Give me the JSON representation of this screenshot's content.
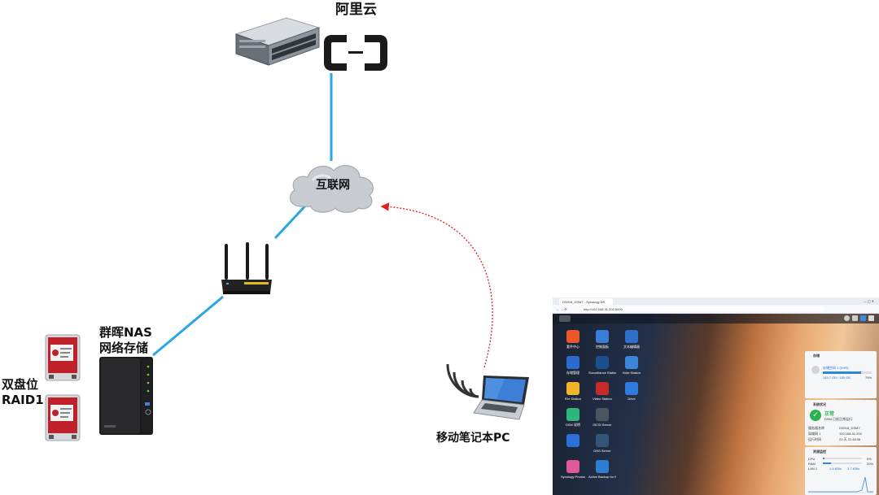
{
  "labels": {
    "cloud_provider": "阿里云",
    "internet": "互联网",
    "nas": "群晖NAS\n网络存储",
    "disks": "双盘位\nRAID1",
    "laptop": "移动笔记本PC"
  },
  "colors": {
    "link_line": "#2aa7e0",
    "remote_access_arrow": "#e02020",
    "cloud_fill": "#c8ccd0",
    "disk_red": "#c0202a"
  },
  "screenshot": {
    "tab_title": "DS918_DSM7 - Synology DS",
    "url": "http://192.168.31.200:5000",
    "apps": [
      {
        "label": "套件中心",
        "icon": "package-icon",
        "color": "#e9572b"
      },
      {
        "label": "控制面板",
        "icon": "control-panel-icon",
        "color": "#3b7dd8"
      },
      {
        "label": "文本编辑器",
        "icon": "text-editor-icon",
        "color": "#2f6fc9"
      },
      {
        "label": "存储管理",
        "icon": "storage-icon",
        "color": "#2c6bd0"
      },
      {
        "label": "Surveillance Station",
        "icon": "camera-icon",
        "color": "#1b4f8f"
      },
      {
        "label": "Note Station",
        "icon": "note-icon",
        "color": "#3a85d8"
      },
      {
        "label": "File Station",
        "icon": "folder-icon",
        "color": "#f0b429"
      },
      {
        "label": "Video Station",
        "icon": "video-icon",
        "color": "#c72a2a"
      },
      {
        "label": "Drive",
        "icon": "drive-icon",
        "color": "#2f7be0"
      },
      {
        "label": "DSM 说明",
        "icon": "help-icon",
        "color": "#2eb67d"
      },
      {
        "label": "iSCSI Server",
        "icon": "iscsi-icon",
        "color": "#4c5560"
      },
      {
        "label": "",
        "icon": "blank-icon",
        "color": "transparent"
      },
      {
        "label": "",
        "icon": "photos-icon",
        "color": "#2d6fd6"
      },
      {
        "label": "DNS Server",
        "icon": "dns-icon",
        "color": "#35547a"
      },
      {
        "label": "",
        "icon": "blank-icon",
        "color": "transparent"
      },
      {
        "label": "Synology Photos",
        "icon": "photos-flower-icon",
        "color": "#e05a9a"
      },
      {
        "label": "Active Backup for Business",
        "icon": "backup-icon",
        "color": "#2e7dd1"
      },
      {
        "label": "",
        "icon": "blank-icon",
        "color": "transparent"
      }
    ],
    "widgets": {
      "storage": {
        "title": "存储",
        "volume": "存储空间 1 (SHR)",
        "usage": "145.7 GB / 185 GB",
        "percent_text": "79%",
        "fill": 0.79
      },
      "health": {
        "title": "系统状况",
        "status": "正常",
        "status_sub": "DSM 已经正常运行",
        "rows": [
          {
            "k": "服务器名称",
            "v": "DS918_DSM7"
          },
          {
            "k": "局域网 1",
            "v": "192.168.31.200"
          },
          {
            "k": "运行时间",
            "v": "23 天 21:48:38"
          }
        ]
      },
      "resource": {
        "title": "资源监控",
        "cpu_label": "CPU",
        "cpu_percent": "5%",
        "cpu_fill": 0.05,
        "ram_label": "RAM",
        "ram_percent": "20%",
        "ram_fill": 0.2,
        "net_label": "LAN 1",
        "up": "1.8 KB/s",
        "down": "3.7 KB/s"
      }
    }
  }
}
